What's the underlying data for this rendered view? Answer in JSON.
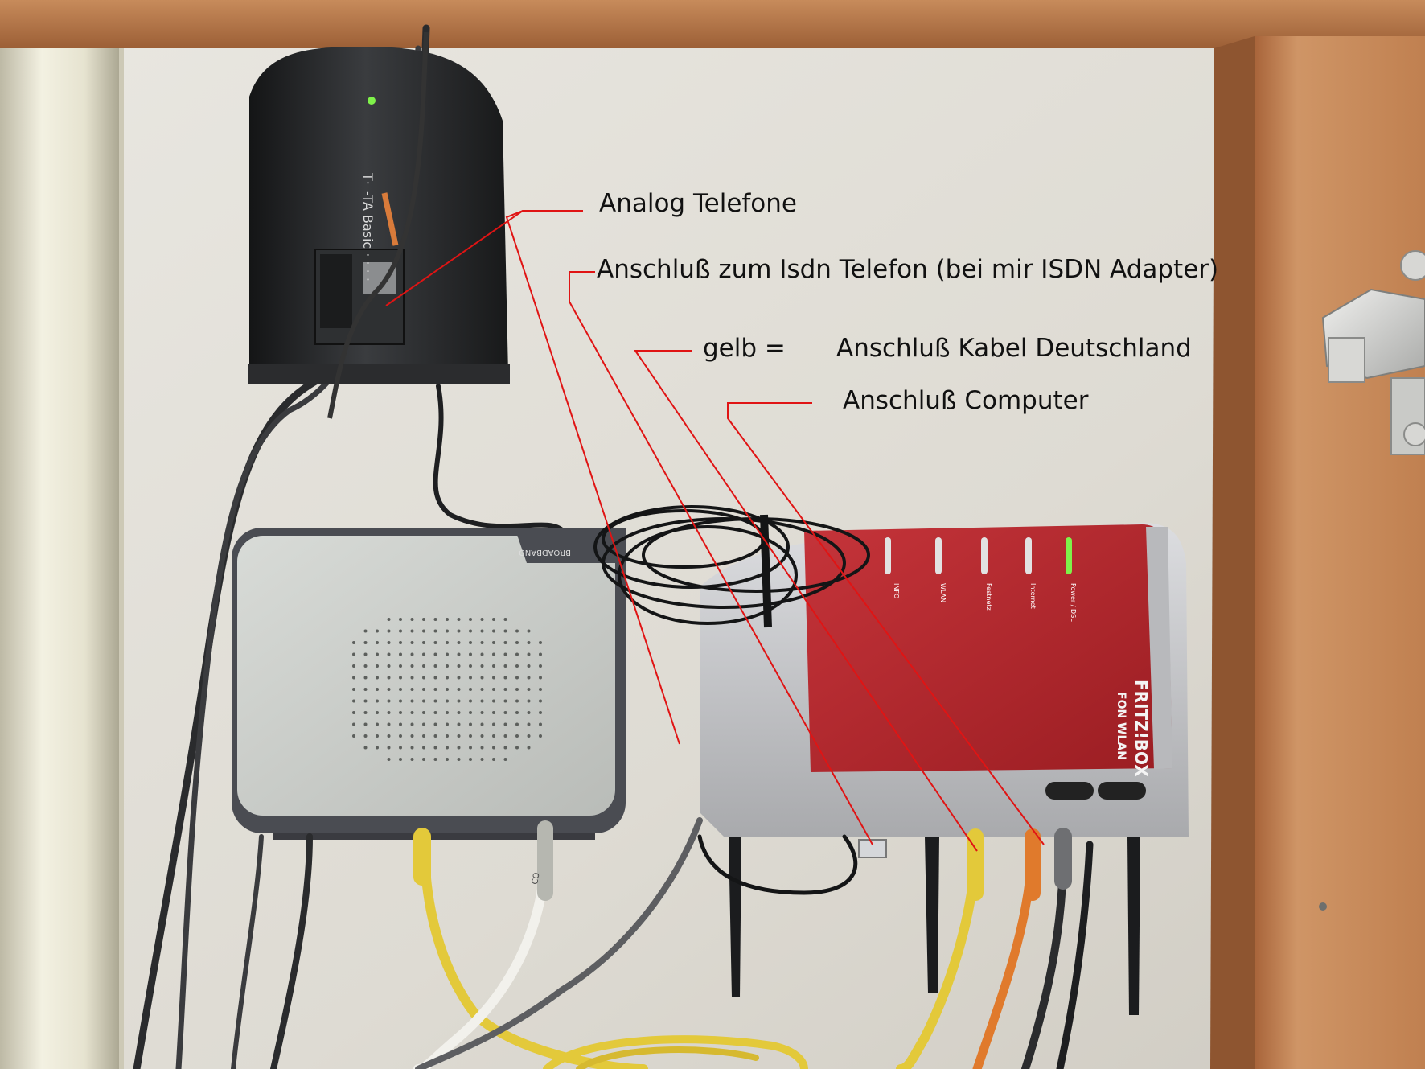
{
  "annotations": {
    "analog": "Analog Telefone",
    "isdn": "Anschluß zum Isdn Telefon (bei mir ISDN Adapter)",
    "gelb": "gelb =",
    "kabel": "Anschluß Kabel Deutschland",
    "computer": "Anschluß Computer"
  },
  "devices": {
    "ntba": {
      "brand": "T·",
      "model": "-TA Basic · · · ·"
    },
    "modem": {
      "brand": "BROADBAND",
      "cable_tag": "CO"
    },
    "router": {
      "brand_line1": "FRITZ!BOX",
      "brand_line2": "FON WLAN",
      "led_labels": [
        "INFO",
        "WLAN",
        "Festnetz",
        "Internet",
        "Power / DSL"
      ]
    }
  },
  "colors": {
    "wall": "#e4e1da",
    "cabinet_wood": "#c98d5e",
    "annotation_line": "#e01414",
    "router_red": "#b2262c",
    "router_silver": "#c9cacc",
    "modem_body": "#4a4c52",
    "modem_face": "#c8cbc7",
    "ntba_body": "#222426",
    "cable_yellow": "#e3c93a",
    "cable_orange": "#e07a2c",
    "led_green": "#7ff24a"
  }
}
